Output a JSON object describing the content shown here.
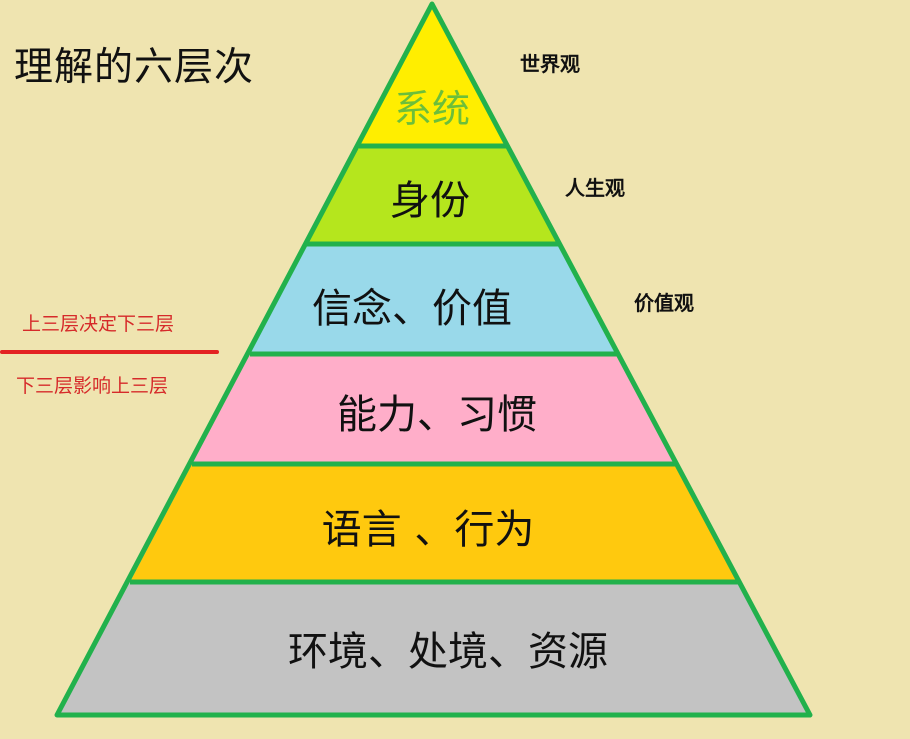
{
  "title": "理解的六层次",
  "annotations": {
    "top_label": "上三层决定下三层",
    "bottom_label": "下三层影响上三层",
    "color": "#d62a2a"
  },
  "layers": [
    {
      "label": "系统",
      "fill": "#ffee00",
      "text_color": "#6cbf3a",
      "side_label": "世界观"
    },
    {
      "label": "身份",
      "fill": "#b5e61d",
      "text_color": "#111111",
      "side_label": "人生观"
    },
    {
      "label": "信念、价值",
      "fill": "#99d9ea",
      "text_color": "#111111",
      "side_label": "价值观"
    },
    {
      "label": "能力、习惯",
      "fill": "#ffaec9",
      "text_color": "#111111",
      "side_label": ""
    },
    {
      "label": "语言 、行为",
      "fill": "#ffc90e",
      "text_color": "#111111",
      "side_label": ""
    },
    {
      "label": "环境、处境、资源",
      "fill": "#c3c3c3",
      "text_color": "#111111",
      "side_label": ""
    }
  ],
  "outline_color": "#22b14c",
  "background": "#efe4b0"
}
